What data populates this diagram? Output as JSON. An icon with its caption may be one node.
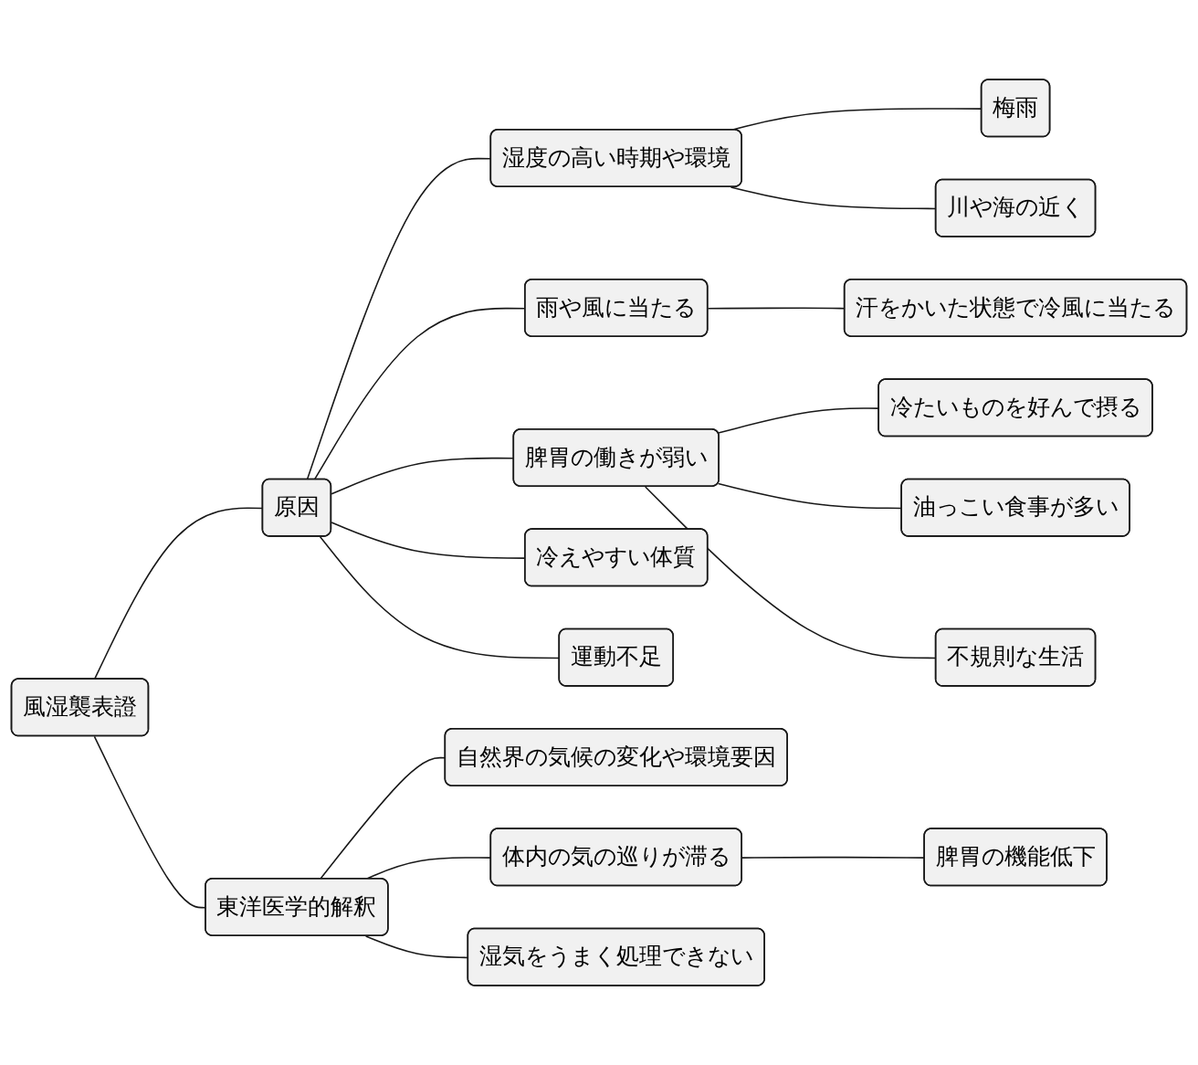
{
  "diagram": {
    "nodes": [
      {
        "text": [
          "風湿襲表證"
        ]
      },
      {
        "text": [
          "原因"
        ]
      },
      {
        "text": [
          "湿度の高い時期や環境"
        ]
      },
      {
        "text": [
          "梅雨"
        ]
      },
      {
        "text": [
          "川や海の近く"
        ]
      },
      {
        "text": [
          "雨や風に当たる"
        ]
      },
      {
        "text": [
          "汗をかいた状態で冷風に当たる"
        ]
      },
      {
        "text": [
          "脾胃の働きが弱い"
        ]
      },
      {
        "text": [
          "冷たいものを好んで摂る"
        ]
      },
      {
        "text": [
          "油っこい食事が多い"
        ]
      },
      {
        "text": [
          "不規則な生活"
        ]
      },
      {
        "text": [
          "冷えやすい体質"
        ]
      },
      {
        "text": [
          "運動不足"
        ]
      },
      {
        "text": [
          "東洋医学的解釈"
        ]
      },
      {
        "text": [
          "自然界の気候の変化や環境要因"
        ]
      },
      {
        "text": [
          "体内の気の巡りが滞る"
        ]
      },
      {
        "text": [
          "脾胃の機能低下"
        ]
      },
      {
        "text": [
          "湿気をうまく処理できない"
        ]
      }
    ],
    "edges": [
      {
        "from": 0,
        "to": 1,
        "arrow": "none"
      },
      {
        "from": 1,
        "to": 2,
        "arrow": "none"
      },
      {
        "from": 2,
        "to": 3,
        "arrow": "none"
      },
      {
        "from": 2,
        "to": 4,
        "arrow": "none"
      },
      {
        "from": 1,
        "to": 5,
        "arrow": "none"
      },
      {
        "from": 5,
        "to": 6,
        "arrow": "none"
      },
      {
        "from": 1,
        "to": 7,
        "arrow": "none"
      },
      {
        "from": 7,
        "to": 8,
        "arrow": "none"
      },
      {
        "from": 7,
        "to": 9,
        "arrow": "none"
      },
      {
        "from": 7,
        "to": 10,
        "arrow": "none"
      },
      {
        "from": 1,
        "to": 11,
        "arrow": "none"
      },
      {
        "from": 1,
        "to": 12,
        "arrow": "none"
      },
      {
        "from": 0,
        "to": 13,
        "arrow": "none"
      },
      {
        "from": 13,
        "to": 14,
        "arrow": "none"
      },
      {
        "from": 13,
        "to": 15,
        "arrow": "none"
      },
      {
        "from": 15,
        "to": 16,
        "arrow": "none"
      },
      {
        "from": 13,
        "to": 17,
        "arrow": "none"
      }
    ]
  }
}
